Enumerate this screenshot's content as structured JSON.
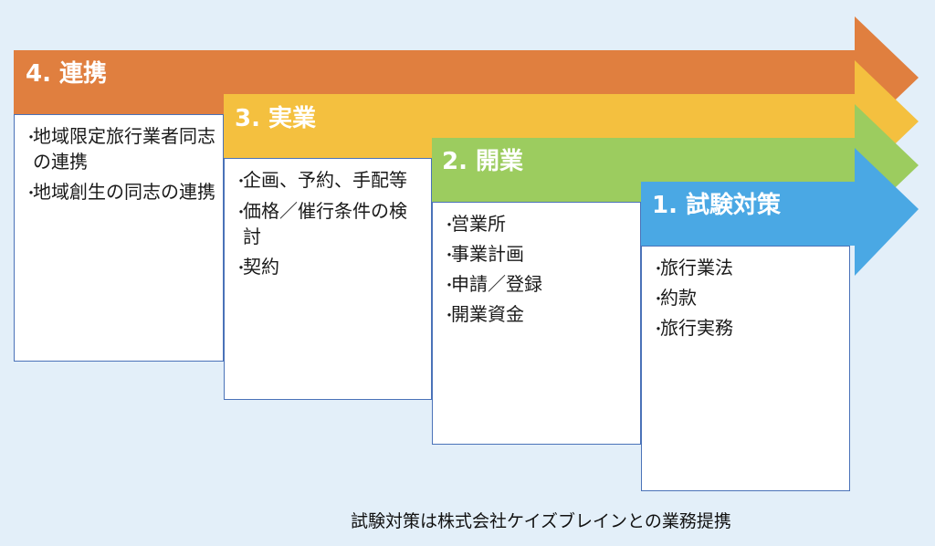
{
  "stages": [
    {
      "key": "s4",
      "title": "4. 連携",
      "color": "#e07f3f",
      "items": [
        "地域限定旅行業者同志の連携",
        "地域創生の同志の連携"
      ]
    },
    {
      "key": "s3",
      "title": "3. 実業",
      "color": "#f4c03f",
      "items": [
        "企画、予約、手配等",
        "価格／催行条件の検討",
        "契約"
      ]
    },
    {
      "key": "s2",
      "title": "2. 開業",
      "color": "#9ccc5f",
      "items": [
        "営業所",
        "事業計画",
        "申請／登録",
        "開業資金"
      ]
    },
    {
      "key": "s1",
      "title": "1. 試験対策",
      "color": "#4aa8e4",
      "items": [
        "旅行業法",
        "約款",
        "旅行実務"
      ]
    }
  ],
  "footer": "試験対策は株式会社ケイズブレインとの業務提携"
}
